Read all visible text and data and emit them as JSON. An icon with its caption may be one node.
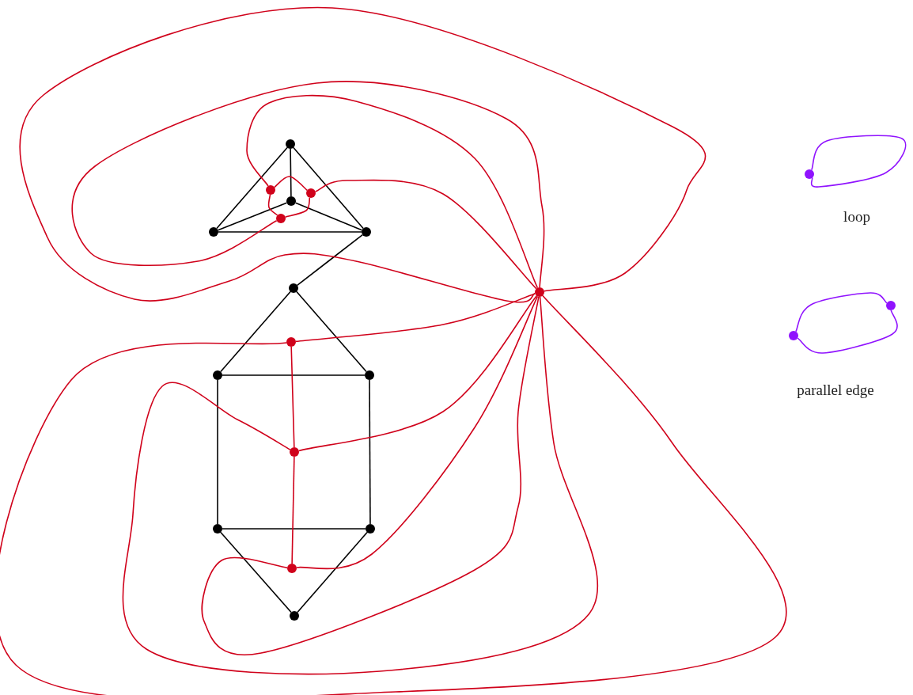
{
  "diagram": {
    "nodes": [
      {
        "text": [],
        "shape": "circle"
      },
      {
        "text": [],
        "shape": "circle"
      },
      {
        "text": [],
        "shape": "circle"
      },
      {
        "text": [],
        "shape": "circle"
      },
      {
        "text": [],
        "shape": "circle"
      },
      {
        "text": [],
        "shape": "circle"
      },
      {
        "text": [],
        "shape": "circle"
      },
      {
        "text": [],
        "shape": "circle"
      },
      {
        "text": [],
        "shape": "circle"
      },
      {
        "text": [],
        "shape": "circle"
      },
      {
        "text": [],
        "shape": "circle"
      },
      {
        "text": [],
        "shape": "circle"
      },
      {
        "text": [],
        "shape": "circle"
      },
      {
        "text": [],
        "shape": "circle"
      },
      {
        "text": [],
        "shape": "circle"
      },
      {
        "text": [],
        "shape": "circle"
      },
      {
        "text": [],
        "shape": "circle"
      },
      {
        "text": [],
        "shape": "circle"
      },
      {
        "text": [],
        "shape": "circle"
      },
      {
        "text": [],
        "shape": "circle"
      }
    ],
    "edges": [
      {
        "from": 0,
        "to": 1,
        "arrow": "none"
      },
      {
        "from": 0,
        "to": 2,
        "arrow": "none"
      },
      {
        "from": 0,
        "to": 3,
        "arrow": "none"
      },
      {
        "from": 1,
        "to": 2,
        "arrow": "none"
      },
      {
        "from": 1,
        "to": 3,
        "arrow": "none"
      },
      {
        "from": 2,
        "to": 3,
        "arrow": "none"
      },
      {
        "from": 3,
        "to": 4,
        "arrow": "none"
      },
      {
        "from": 4,
        "to": 5,
        "arrow": "none"
      },
      {
        "from": 4,
        "to": 6,
        "arrow": "none"
      },
      {
        "from": 5,
        "to": 6,
        "arrow": "none"
      },
      {
        "from": 5,
        "to": 7,
        "arrow": "none"
      },
      {
        "from": 6,
        "to": 8,
        "arrow": "none"
      },
      {
        "from": 7,
        "to": 8,
        "arrow": "none"
      },
      {
        "from": 7,
        "to": 9,
        "arrow": "none"
      },
      {
        "from": 8,
        "to": 9,
        "arrow": "none"
      },
      {
        "from": 10,
        "to": 11,
        "arrow": "none",
        "color": "#d0021b"
      },
      {
        "from": 11,
        "to": 12,
        "arrow": "none",
        "color": "#d0021b"
      },
      {
        "from": 10,
        "to": 12,
        "arrow": "none",
        "color": "#d0021b"
      },
      {
        "from": 10,
        "to": 13,
        "arrow": "none",
        "color": "#d0021b"
      },
      {
        "from": 11,
        "to": 13,
        "arrow": "none",
        "color": "#d0021b"
      },
      {
        "from": 12,
        "to": 13,
        "arrow": "none",
        "color": "#d0021b"
      },
      {
        "from": 13,
        "to": 13,
        "arrow": "none",
        "color": "#d0021b"
      },
      {
        "from": 14,
        "to": 13,
        "arrow": "none",
        "color": "#d0021b"
      },
      {
        "from": 14,
        "to": 13,
        "arrow": "none",
        "color": "#d0021b"
      },
      {
        "from": 14,
        "to": 15,
        "arrow": "none",
        "color": "#d0021b"
      },
      {
        "from": 15,
        "to": 13,
        "arrow": "none",
        "color": "#d0021b"
      },
      {
        "from": 15,
        "to": 13,
        "arrow": "none",
        "color": "#d0021b"
      },
      {
        "from": 15,
        "to": 16,
        "arrow": "none",
        "color": "#d0021b"
      },
      {
        "from": 16,
        "to": 13,
        "arrow": "none",
        "color": "#d0021b"
      },
      {
        "from": 16,
        "to": 13,
        "arrow": "none",
        "color": "#d0021b"
      },
      {
        "from": 17,
        "to": 17,
        "arrow": "none",
        "color": "#9013fe"
      },
      {
        "from": 18,
        "to": 19,
        "arrow": "none",
        "color": "#9013fe"
      },
      {
        "from": 18,
        "to": 19,
        "arrow": "none",
        "color": "#9013fe"
      }
    ],
    "labels": [
      "loop",
      "parallel edge"
    ]
  }
}
